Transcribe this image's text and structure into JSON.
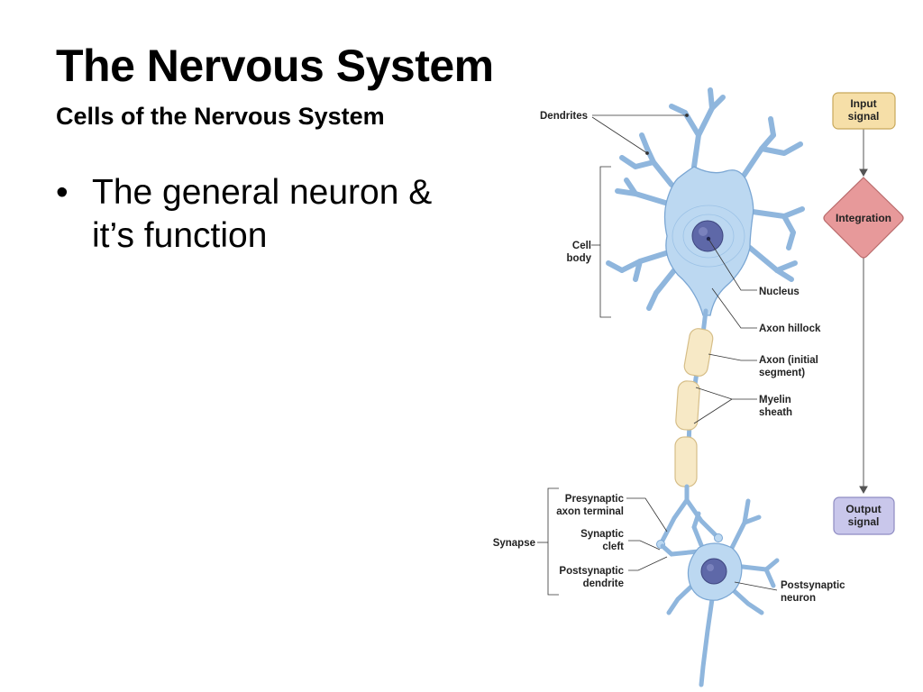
{
  "slide": {
    "title": "The Nervous System",
    "subtitle": "Cells of the Nervous System",
    "bullet": {
      "marker": "•",
      "text": "The general neuron & it’s function"
    }
  },
  "diagram": {
    "labels": {
      "dendrites": "Dendrites",
      "cell_body_1": "Cell",
      "cell_body_2": "body",
      "nucleus": "Nucleus",
      "axon_hillock": "Axon hillock",
      "axon_initial_1": "Axon (initial",
      "axon_initial_2": "segment)",
      "myelin_1": "Myelin",
      "myelin_2": "sheath",
      "presynaptic_1": "Presynaptic",
      "presynaptic_2": "axon terminal",
      "synapse": "Synapse",
      "synaptic_cleft_1": "Synaptic",
      "synaptic_cleft_2": "cleft",
      "postsynaptic_dendrite_1": "Postsynaptic",
      "postsynaptic_dendrite_2": "dendrite",
      "postsynaptic_neuron_1": "Postsynaptic",
      "postsynaptic_neuron_2": "neuron"
    },
    "flow": {
      "input_1": "Input",
      "input_2": "signal",
      "integration": "Integration",
      "output_1": "Output",
      "output_2": "signal"
    },
    "colors": {
      "neuron_fill": "#bcd8f1",
      "neuron_stroke": "#7aa6d3",
      "nucleus": "#5e68a8",
      "myelin_fill": "#f7e9c6",
      "myelin_stroke": "#d6be88",
      "input_box": "#f6dfa8",
      "integration_box": "#e7999a",
      "output_box": "#c9c7eb"
    }
  }
}
